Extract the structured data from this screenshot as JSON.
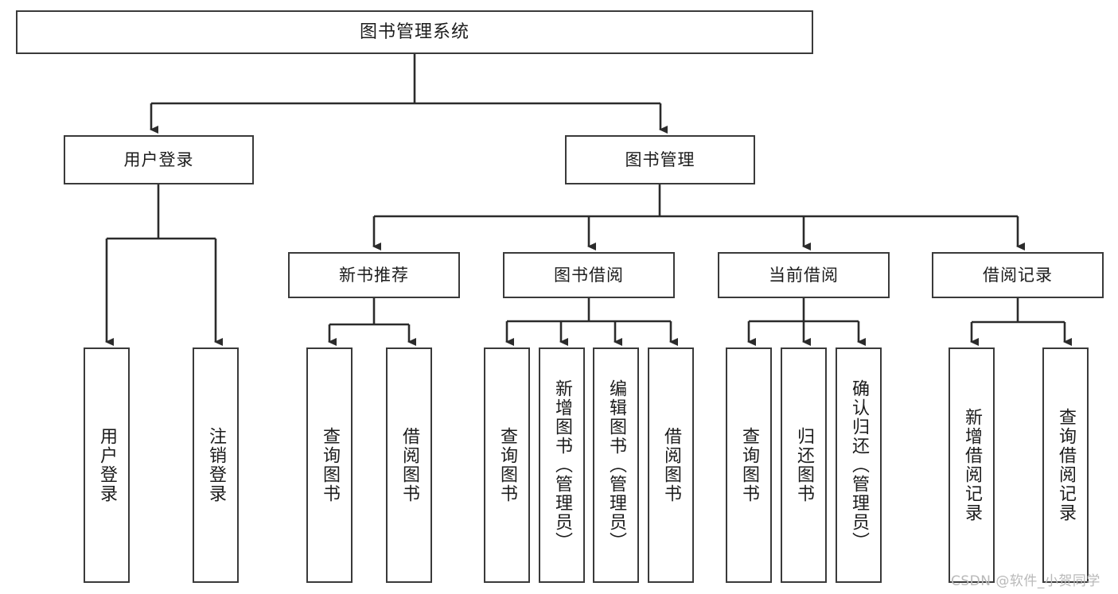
{
  "diagram": {
    "type": "hierarchy-tree",
    "title": "图书管理系统",
    "watermark": "CSDN @软件_小贺同学",
    "colors": {
      "box_border": "#3a3a3a",
      "box_fill": "#ffffff",
      "connector": "#2b2b2b",
      "text": "#1c1c1c",
      "watermark": "#b9b9b9",
      "background": "#ffffff"
    },
    "root": {
      "label": "图书管理系统"
    },
    "level2": [
      {
        "label": "用户登录"
      },
      {
        "label": "图书管理"
      }
    ],
    "level3": [
      {
        "label": "新书推荐"
      },
      {
        "label": "图书借阅"
      },
      {
        "label": "当前借阅"
      },
      {
        "label": "借阅记录"
      }
    ],
    "leaves": {
      "user_login": [
        {
          "label": "用户登录"
        },
        {
          "label": "注销登录"
        }
      ],
      "new_book_recommend": [
        {
          "label": "查询图书"
        },
        {
          "label": "借阅图书"
        }
      ],
      "book_borrow": [
        {
          "label": "查询图书"
        },
        {
          "label": "新增图书（管理员）"
        },
        {
          "label": "编辑图书（管理员）"
        },
        {
          "label": "借阅图书"
        }
      ],
      "current_borrow": [
        {
          "label": "查询图书"
        },
        {
          "label": "归还图书"
        },
        {
          "label": "确认归还（管理员）"
        }
      ],
      "borrow_records": [
        {
          "label": "新增借阅记录"
        },
        {
          "label": "查询借阅记录"
        }
      ]
    }
  }
}
